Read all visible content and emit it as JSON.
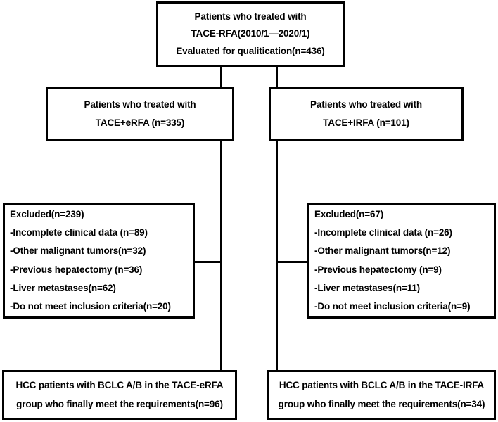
{
  "diagram": {
    "title": "TACE-RFA patient selection flowchart",
    "stroke_color": "#000000",
    "background_color": "#ffffff",
    "nodes": {
      "root": {
        "lines": [
          "Patients who treated with",
          "TACE-RFA(2010/1—2020/1)",
          "Evaluated for qualitication(n=436)"
        ]
      },
      "erfa": {
        "lines": [
          "Patients who treated with",
          "TACE+eRFA (n=335)"
        ]
      },
      "irfa": {
        "lines": [
          "Patients who treated with",
          "TACE+IRFA (n=101)"
        ]
      },
      "excluded_erfa": {
        "lines": [
          "Excluded(n=239)",
          "-Incomplete clinical data (n=89)",
          "-Other malignant tumors(n=32)",
          "-Previous hepatectomy (n=36)",
          "-Liver metastases(n=62)",
          "-Do not meet inclusion criteria(n=20)"
        ]
      },
      "excluded_irfa": {
        "lines": [
          "Excluded(n=67)",
          "-Incomplete clinical data (n=26)",
          "-Other malignant tumors(n=12)",
          "-Previous hepatectomy (n=9)",
          "-Liver metastases(n=11)",
          "-Do not meet inclusion criteria(n=9)"
        ]
      },
      "final_erfa": {
        "lines": [
          "HCC patients with BCLC A/B in the TACE-eRFA",
          "group who finally meet the requirements(n=96)"
        ]
      },
      "final_irfa": {
        "lines": [
          "HCC patients with BCLC A/B in the TACE-IRFA",
          "group who finally meet the requirements(n=34)"
        ]
      }
    }
  }
}
